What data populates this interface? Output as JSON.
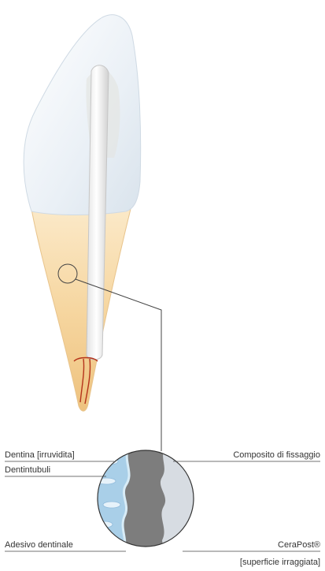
{
  "labels": {
    "dentina": "Dentina [irruvidita]",
    "dentintubuli": "Dentintubuli",
    "adesivo": "Adesivo dentinale",
    "composito": "Composito di fissaggio",
    "cerapost": "CeraPost®",
    "superficie": "[superficie irraggiata]"
  },
  "colors": {
    "crown": "#eef3f8",
    "root": "#f7d9a8",
    "post": "#f4f4f4",
    "canal": "#b5331a",
    "dentin_zoom": "#a9cfe8",
    "composite": "#7d7d7d",
    "ceramic": "#d7dce2",
    "line": "#555555"
  }
}
